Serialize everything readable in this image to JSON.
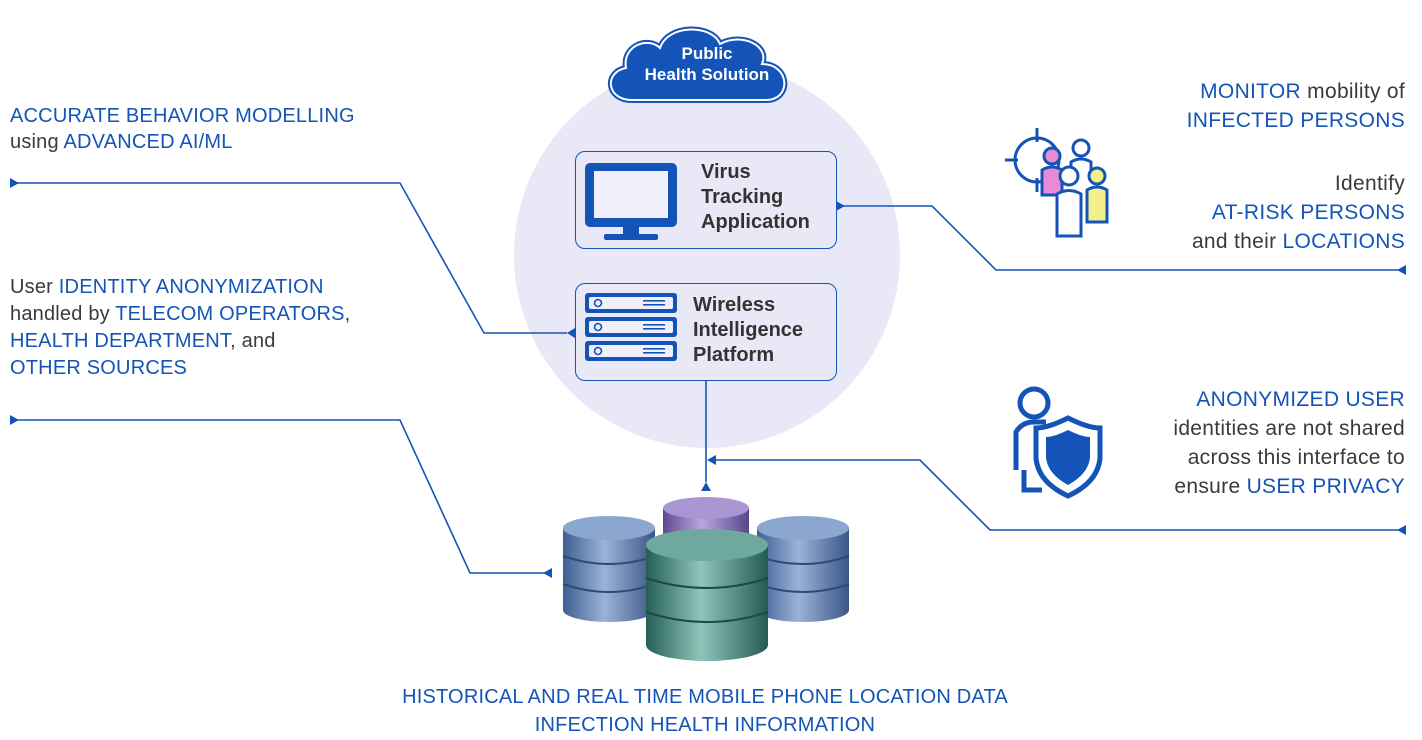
{
  "cloud": {
    "line1": "Public",
    "line2": "Health Solution"
  },
  "virus_box": {
    "line1": "Virus",
    "line2": "Tracking",
    "line3": "Application"
  },
  "platform_box": {
    "line1": "Wireless",
    "line2": "Intelligence",
    "line3": "Platform"
  },
  "left_top": {
    "blue1": "ACCURATE BEHAVIOR MODELLING",
    "dark1": "using ",
    "blue2": "ADVANCED AI/ML"
  },
  "left_mid": {
    "dark1": "User ",
    "blue1": "IDENTITY ANONYMIZATION",
    "dark2": "handled by ",
    "blue2": "TELECOM OPERATORS",
    "dark3": ",",
    "blue3": "HEALTH DEPARTMENT",
    "dark4": ", and",
    "blue4": "OTHER SOURCES"
  },
  "right_top": {
    "blue1": "MONITOR",
    "dark1": " mobility of",
    "blue2": "INFECTED PERSONS",
    "dark2": "Identify",
    "blue3": "AT-RISK PERSONS",
    "dark3": "and their ",
    "blue4": "LOCATIONS"
  },
  "right_bottom": {
    "blue1": "ANONYMIZED USER",
    "dark1": "identities are not shared",
    "dark2": "across this interface to",
    "dark3": "ensure ",
    "blue2": "USER PRIVACY"
  },
  "bottom": {
    "line1": "HISTORICAL AND REAL TIME MOBILE PHONE LOCATION DATA",
    "line2": "INFECTION HEALTH INFORMATION"
  },
  "colors": {
    "accent": "#1454b8",
    "circle_bg": "#e9e8f6",
    "db_blue": "#5a79a8",
    "db_teal": "#3f8a7f",
    "db_purple": "#8470b0",
    "people_pink": "#e98ad6",
    "people_yellow": "#f3ef8a"
  },
  "icons": [
    "cloud-icon",
    "monitor-icon",
    "server-icon",
    "database-icon",
    "people-target-icon",
    "user-shield-icon"
  ]
}
